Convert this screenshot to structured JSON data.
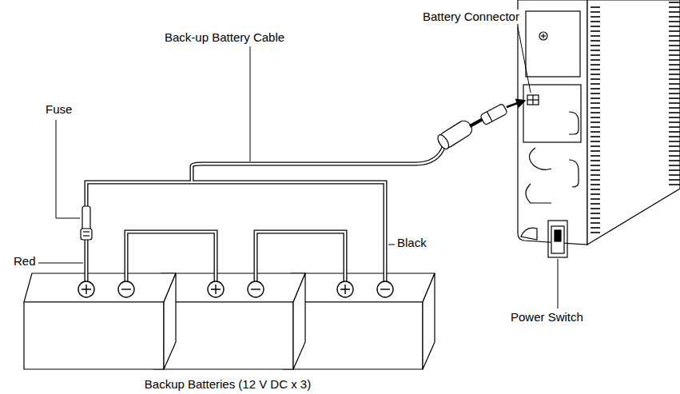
{
  "diagram": {
    "labels": [
      "Battery Connector",
      "Back-up Battery Cable",
      "Fuse",
      "Power Switch",
      "Red",
      "Black",
      "Backup Batteries (12 V DC x 3)"
    ]
  }
}
